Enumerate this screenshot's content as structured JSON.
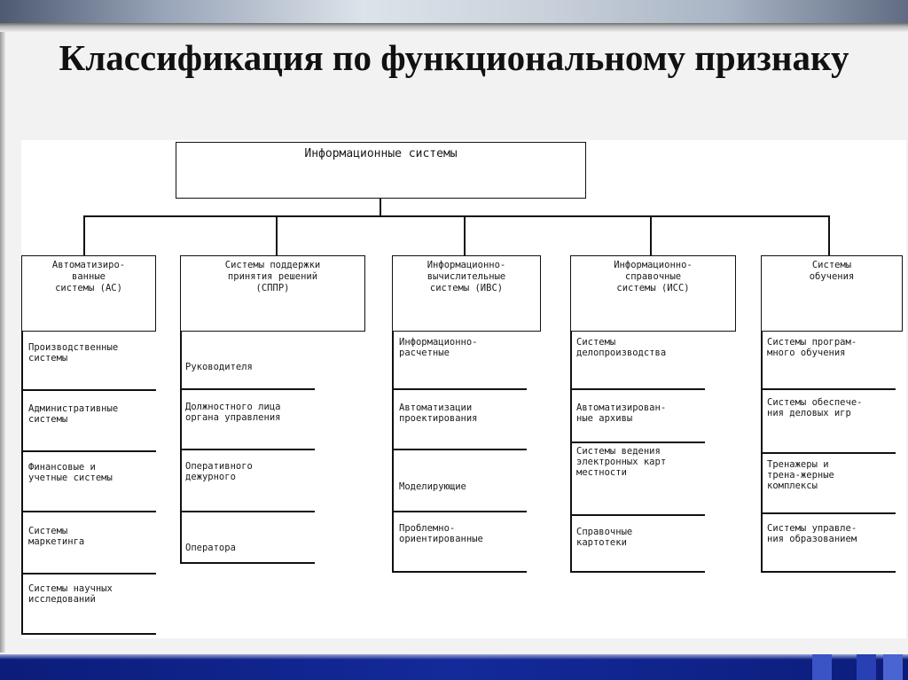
{
  "slide": {
    "title": "Классификация по функциональному признаку"
  },
  "diagram": {
    "root": "Информационные системы",
    "columns": [
      {
        "header": "Автоматизиро-\nванные\nсистемы (АС)",
        "items": [
          "Производственные\nсистемы",
          "Административные\nсистемы",
          "Финансовые и\nучетные системы",
          "Системы\nмаркетинга",
          "Системы научных\nисследований"
        ]
      },
      {
        "header": "Системы поддержки\nпринятия решений\n(СППР)",
        "items": [
          "Руководителя",
          "Должностного лица\nоргана управления",
          "Оперативного\nдежурного",
          "Оператора"
        ]
      },
      {
        "header": "Информационно-\nвычислительные\nсистемы (ИВС)",
        "items": [
          "Информационно-\nрасчетные",
          "Автоматизации\nпроектирования",
          "Моделирующие",
          "Проблемно-\nориентированные"
        ]
      },
      {
        "header": "Информационно-\nсправочные\nсистемы (ИСС)",
        "items": [
          "Системы\nделопроизводства",
          "Автоматизирован-\nные архивы",
          "Системы ведения\nэлектронных карт\nместности",
          "Справочные\nкартотеки"
        ]
      },
      {
        "header": "Системы\nобучения",
        "items": [
          "Системы програм-\nмного обучения",
          "Системы обеспече-\nния деловых игр",
          "Тренажеры и\nтрена-жерные\nкомплексы",
          "Системы управле-\nния образованием"
        ]
      }
    ]
  }
}
